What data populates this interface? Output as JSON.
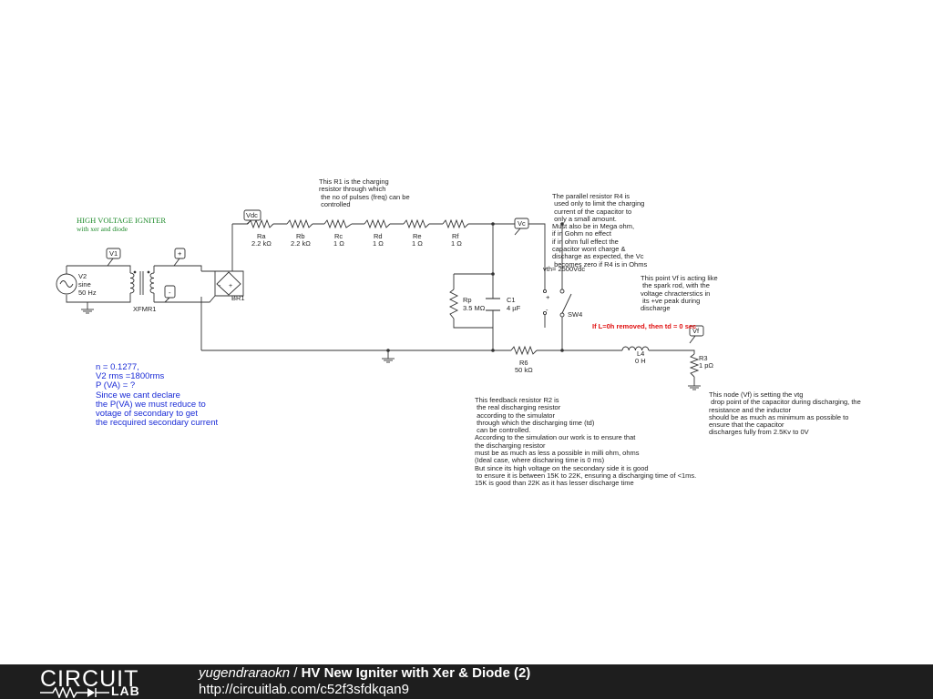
{
  "header": {
    "title": "HIGH VOLTAGE IGNITER",
    "subtitle": "with xer and diode"
  },
  "components": {
    "v2": {
      "name": "V2",
      "type": "sine",
      "freq": "50 Hz"
    },
    "xfmr": {
      "name": "XFMR1"
    },
    "bridge": {
      "name": "BR1"
    },
    "ra": {
      "name": "Ra",
      "value": "2.2 kΩ"
    },
    "rb": {
      "name": "Rb",
      "value": "2.2 kΩ"
    },
    "rc": {
      "name": "Rc",
      "value": "1 Ω"
    },
    "rd": {
      "name": "Rd",
      "value": "1 Ω"
    },
    "re": {
      "name": "Re",
      "value": "1 Ω"
    },
    "rf": {
      "name": "Rf",
      "value": "1 Ω"
    },
    "rp": {
      "name": "Rp",
      "value": "3.5 MΩ"
    },
    "c1": {
      "name": "C1",
      "value": "4 µF"
    },
    "sw4": {
      "name": "SW4",
      "vth": "vth= 2500Vdc"
    },
    "r6": {
      "name": "R6",
      "value": "50 kΩ"
    },
    "l4": {
      "name": "L4",
      "value": "0 H"
    },
    "r3": {
      "name": "R3",
      "value": "1 pΩ"
    }
  },
  "probes": {
    "v1": "V1",
    "plus": "+",
    "minus": "-",
    "vdc": "Vdc",
    "vc": "Vc",
    "vf": "Vf"
  },
  "notes": {
    "r1": "This R1 is the charging\nresistor through which\n the no of pulses (freq) can be\n controlled",
    "r4": "The parallel resistor R4 is\n used only to limit the charging\n current of the capacitor to\n only a small amount.\nMust also be in Mega ohm,\nif in Gohm no effect\nif in ohm full effect the\ncapacitor wont charge &\ndischarge as expected, the Vc\n becomes zero if R4 is in Ohms",
    "vf_point": "This point Vf is acting like\n the spark rod, with the\nvoltage chracterstics in\n its +ve peak during\ndischarge",
    "l_removed": "If L=0h removed, then td = 0 sec",
    "calc": "n = 0.1277,\nV2 rms =1800rms\nP (VA) = ?\nSince we cant declare\nthe P(VA) we must reduce to\nvotage of secondary to get\nthe recquired secondary current",
    "r2": "This feedback resistor R2 is\n the real discharging resistor\n according to the simulator\n through which the discharging time (td)\n can be controlled.\nAccording to the simulation our work is to ensure that\nthe discharging resistor\nmust be as much as less a possible in milli ohm, ohms\n(Ideal case, where discharing time is 0 ms)\nBut since its high voltage on the secondary side it is good\n to ensure it is between 15K to 22K, ensuring a discharging time of <1ms.\n15K is good than 22K as it has lesser discharge time",
    "vf_node": "This node (Vf) is setting the vtg\n drop point of the capacitor during discharging, the\nresistance and the inductor\nshould be as much as minimum as possible to\nensure that the capacitor\ndischarges fully from 2.5Kv to 0V"
  },
  "footer": {
    "logo_top": "CIRCUIT",
    "logo_bottom": "LAB",
    "author": "yugendraraokn",
    "separator": " / ",
    "title": "HV New Igniter with Xer & Diode (2)",
    "url": "http://circuitlab.com/c52f3sfdkqan9"
  }
}
